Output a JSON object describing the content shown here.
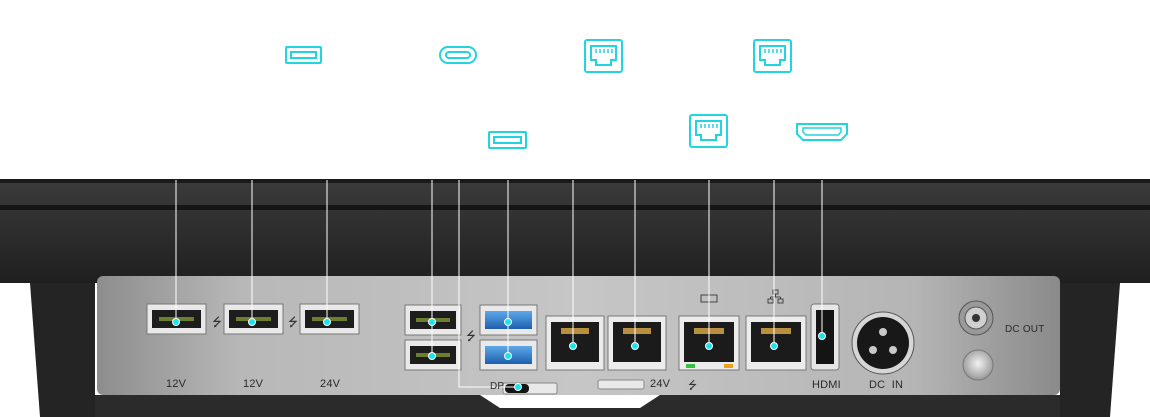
{
  "accent": "#22d4e0",
  "panel": {
    "port_labels": {
      "usb_12v_a": "12V",
      "usb_12v_b": "12V",
      "usb_24v": "24V",
      "dp": "DP",
      "serial_24v": "24V",
      "hdmi": "HDMI",
      "dc_in": "DC  IN",
      "dc_out": "DC OUT"
    }
  },
  "icons": {
    "top_row": [
      "usb-a-icon",
      "usb-c-icon",
      "rj45-icon",
      "rj45-icon"
    ],
    "middle_row": [
      "usb-a-icon",
      "rj45-icon",
      "hdmi-icon"
    ]
  }
}
